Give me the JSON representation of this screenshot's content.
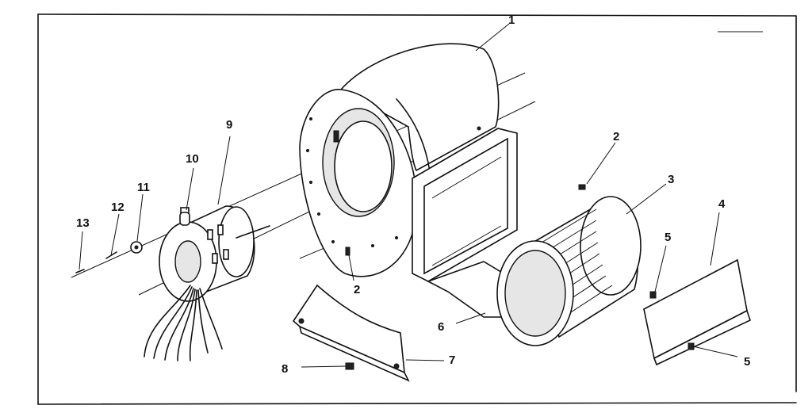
{
  "diagram": {
    "callouts": {
      "housing": "1",
      "screw_top": "2",
      "screw_bottom": "2",
      "wheel": "3",
      "cutoff_plate": "4",
      "screw_plate_top": "5",
      "screw_plate_bottom": "5",
      "bracket_right": "6",
      "mount_bracket": "7",
      "bolt": "8",
      "motor": "9",
      "capacitor": "10",
      "hub": "11",
      "washer": "12",
      "set_screw": "13"
    }
  }
}
